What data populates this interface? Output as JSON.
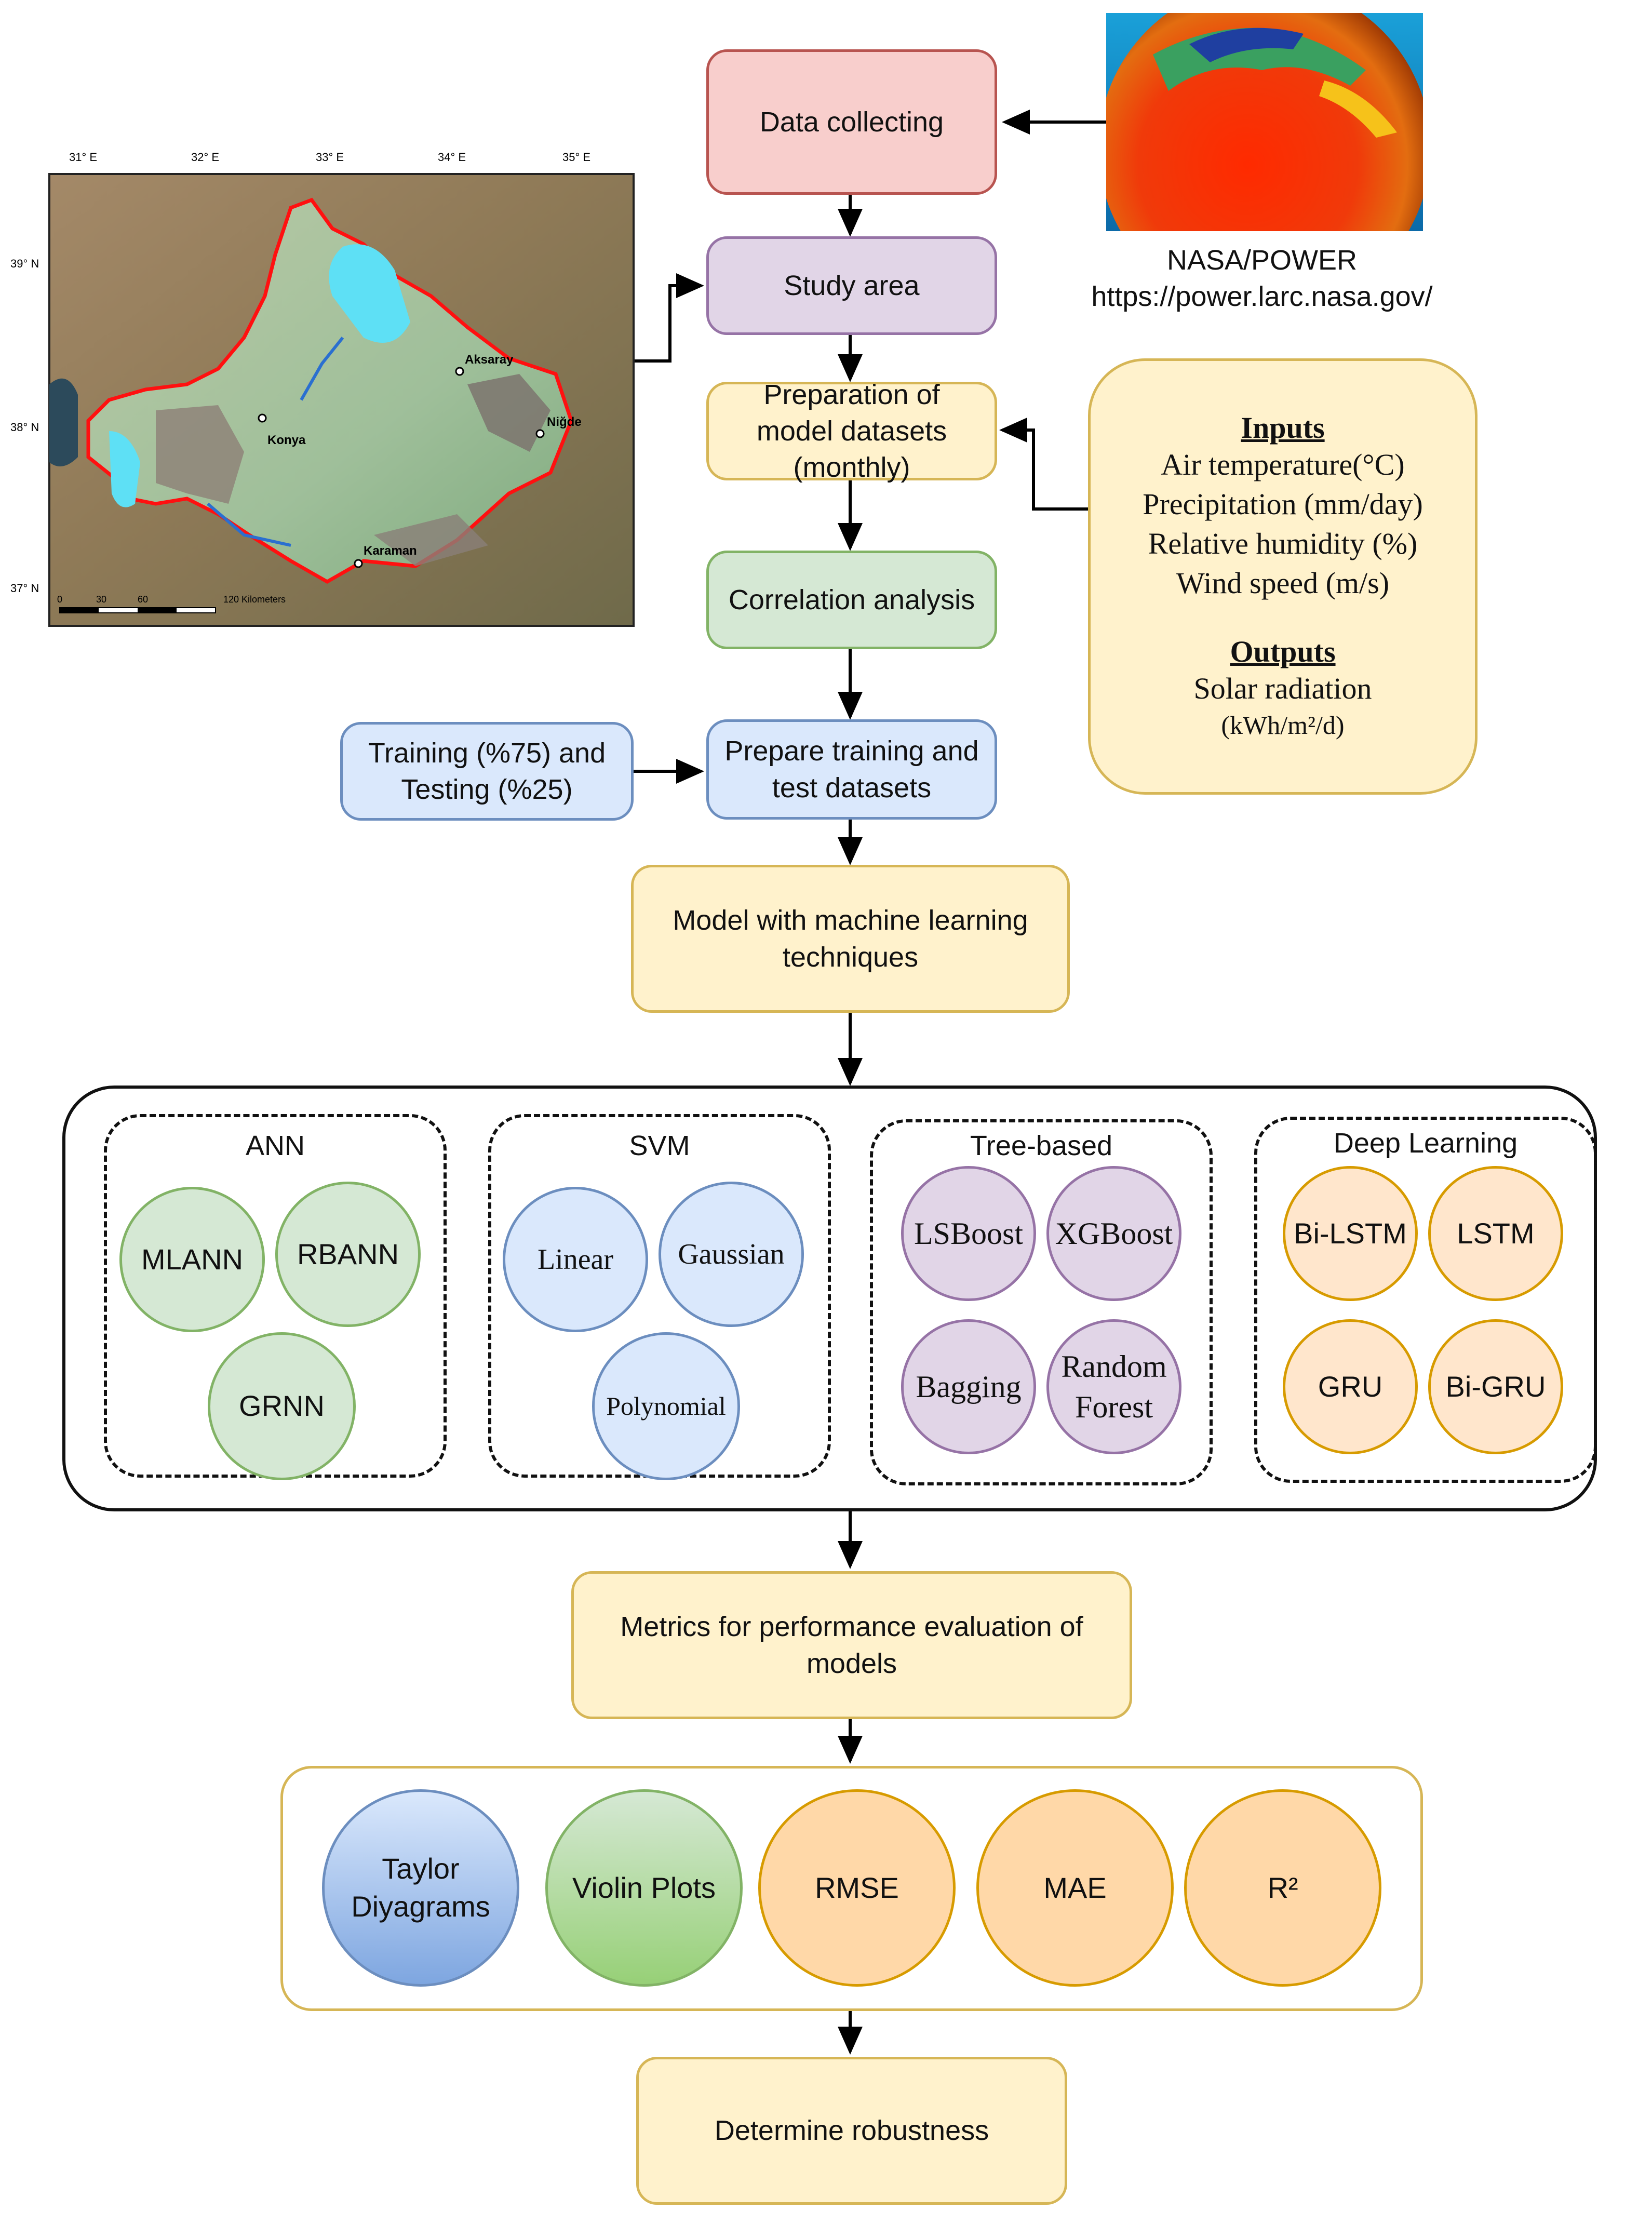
{
  "flow": {
    "data_collecting": "Data collecting",
    "study_area": "Study area",
    "preparation": "Preparation of model datasets (monthly)",
    "correlation": "Correlation analysis",
    "prepare_sets": "Prepare training and test datasets",
    "split": "Training (%75) and Testing (%25)",
    "model": "Model with machine learning techniques",
    "metrics_title": "Metrics for performance evaluation of models",
    "robustness": "Determine robustness"
  },
  "source": {
    "name": "NASA/POWER",
    "url": "https://power.larc.nasa.gov/"
  },
  "io_panel": {
    "inputs_title": "Inputs",
    "inputs": [
      "Air temperature(°C)",
      "Precipitation (mm/day)",
      "Relative humidity (%)",
      "Wind speed (m/s)"
    ],
    "outputs_title": "Outputs",
    "outputs": [
      "Solar radiation",
      "(kWh/m²/d)"
    ]
  },
  "map": {
    "lon_ticks": [
      "31° E",
      "32° E",
      "33° E",
      "34° E",
      "35° E"
    ],
    "lat_ticks": [
      "39° N",
      "38° N",
      "37° N"
    ],
    "cities": [
      "Aksaray",
      "Konya",
      "Niğde",
      "Karaman"
    ],
    "scale_labels": [
      "0",
      "30",
      "60",
      "120 Kilometers"
    ]
  },
  "groups": {
    "ann": {
      "title": "ANN",
      "models": [
        "MLANN",
        "RBANN",
        "GRNN"
      ]
    },
    "svm": {
      "title": "SVM",
      "models": [
        "Linear",
        "Gaussian",
        "Polynomial"
      ]
    },
    "tree": {
      "title": "Tree-based",
      "models": [
        "LSBoost",
        "XGBoost",
        "Bagging",
        "Random Forest"
      ]
    },
    "deep": {
      "title": "Deep Learning",
      "models": [
        "Bi-LSTM",
        "LSTM",
        "GRU",
        "Bi-GRU"
      ]
    }
  },
  "metrics": [
    "Taylor Diyagrams",
    "Violin Plots",
    "RMSE",
    "MAE",
    "R²"
  ],
  "colors": {
    "pink": "#f8cecc",
    "purple": "#e1d5e7",
    "yellow": "#fff2cc",
    "green": "#d5e8d4",
    "blue": "#dae8fc",
    "orange": "#ffe6cc"
  }
}
